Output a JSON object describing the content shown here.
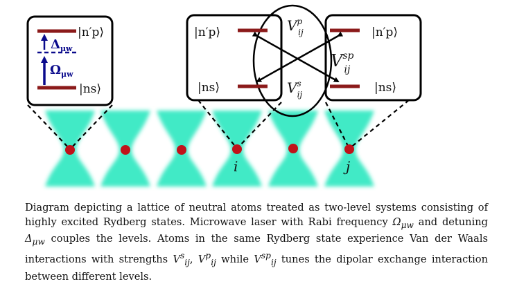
{
  "left_panel": {
    "upper_state": "|n′p⟩",
    "lower_state": "|ns⟩",
    "detuning": {
      "symbol": "Δ",
      "sub": "μw"
    },
    "rabi": {
      "symbol": "Ω",
      "sub": "μw"
    }
  },
  "right_panel": {
    "left_upper_state": "|n′p⟩",
    "left_lower_state": "|ns⟩",
    "right_upper_state": "|n′p⟩",
    "right_lower_state": "|ns⟩",
    "vp": {
      "symbol": "V",
      "sup": "p",
      "sub": "ij"
    },
    "vs": {
      "symbol": "V",
      "sup": "s",
      "sub": "ij"
    },
    "vsp": {
      "symbol": "V",
      "sup": "sp",
      "sub": "ij"
    }
  },
  "site_labels": {
    "i": "i",
    "j": "j"
  },
  "colors": {
    "level": "#8b1a1a",
    "arrow": "#0a0a8c",
    "beam": "#2ee8c0",
    "atom": "#c0121a",
    "outline": "#000000"
  },
  "caption": {
    "p1": "Diagram depicting a lattice of neutral atoms treated as two-level systems consisting of highly excited Rydberg states. Microwave laser with Rabi frequency ",
    "rabi_sym": "Ω",
    "rabi_sub": "μw",
    "p2": " and detuning ",
    "det_sym": "Δ",
    "det_sub": "μw",
    "p3": " couples the levels. Atoms in the same Rydberg state experience Van der Waals interactions with strengths ",
    "vs_sym": "V",
    "vs_sup": "s",
    "vs_sub": "ij",
    "comma": ", ",
    "vp_sym": "V",
    "vp_sup": "p",
    "vp_sub": "ij",
    "p4": " while ",
    "vsp_sym": "V",
    "vsp_sup": "sp",
    "vsp_sub": "ij",
    "p5": " tunes the dipolar exchange interaction between different levels."
  }
}
